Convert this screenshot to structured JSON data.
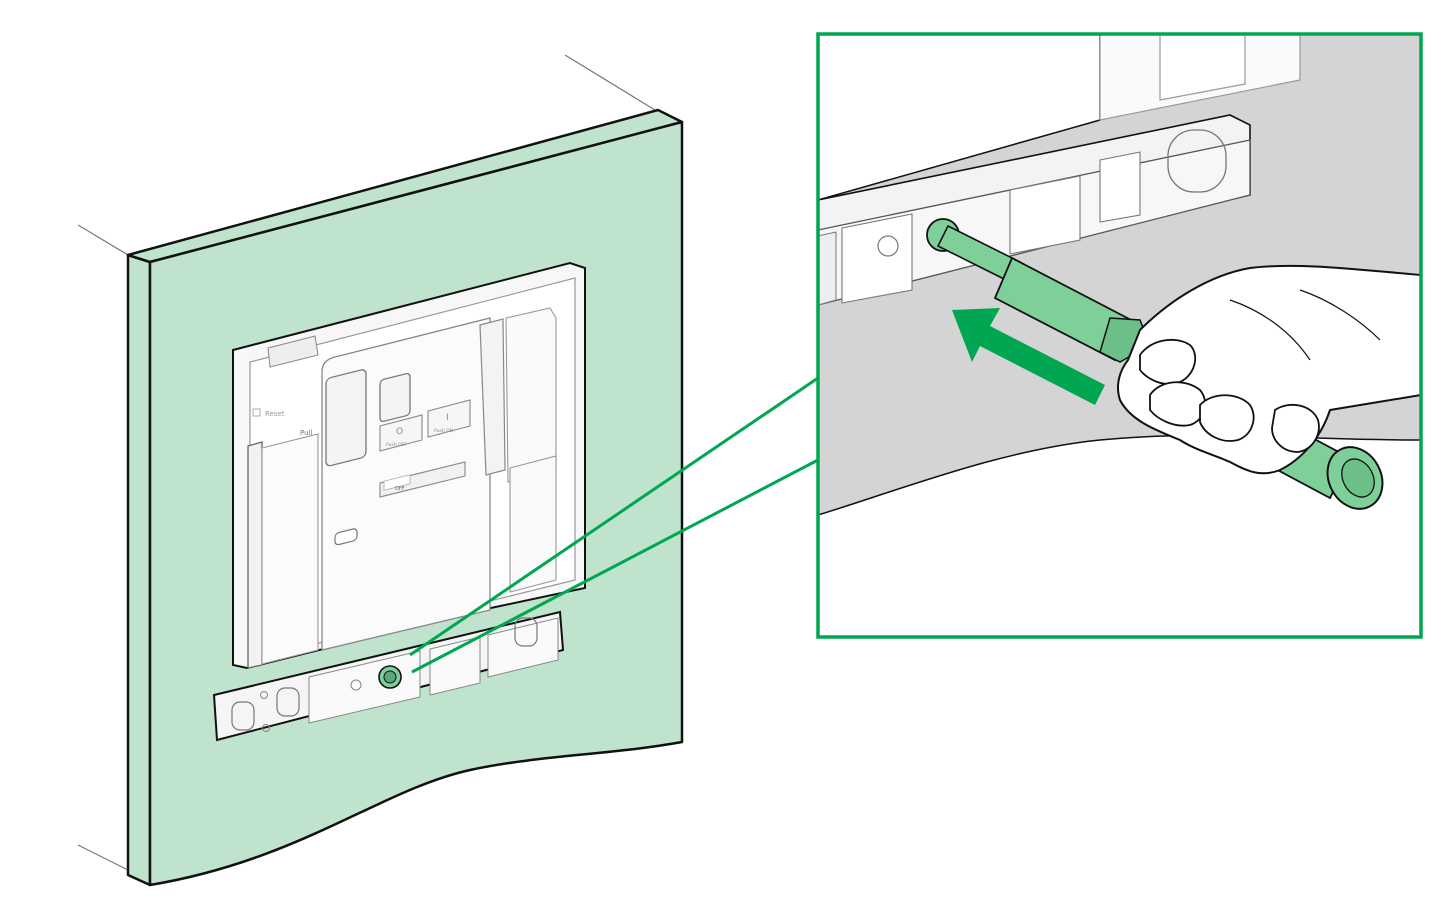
{
  "labels": {
    "reset": "Reset",
    "pull": "Pull",
    "push_off": "Push OFF",
    "push_on": "Push ON",
    "off_indicator": "OFF",
    "off_symbol": "O",
    "on_symbol": "I"
  },
  "colors": {
    "panel": "#bfe3cc",
    "accent": "#00a651",
    "tool": "#7fcf9b",
    "zoom_background": "#d4d4d4",
    "line": "#111111"
  }
}
